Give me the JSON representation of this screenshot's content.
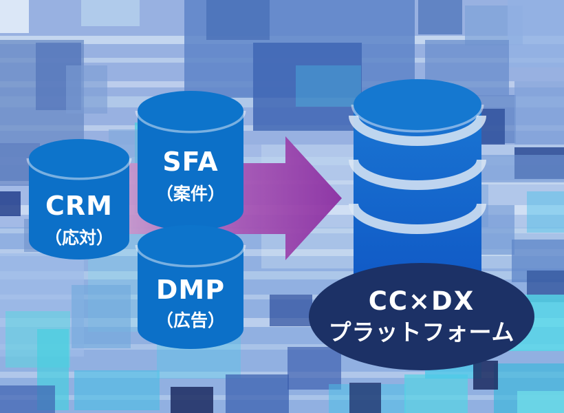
{
  "title": "CC×DX platform data integration diagram",
  "colors": {
    "cylinder_blue": "#0C70C8",
    "cylinder_top_blue": "#0D74CB",
    "big_cylinder_top": "#1578D0",
    "big_cylinder_body_top": "#1B79D4",
    "big_cylinder_body_bottom": "#0F55C4",
    "separator_light": "#DCE8F4",
    "arrow_start": "#C795CB",
    "arrow_mid": "#A855B4",
    "arrow_end": "#8B2BA0",
    "platform_navy": "#1C3166",
    "label_text": "#FFFFFF"
  },
  "sources": [
    {
      "label": "CRM",
      "sublabel": "（応対）"
    },
    {
      "label": "SFA",
      "sublabel": "（案件）"
    },
    {
      "label": "DMP",
      "sublabel": "（広告）"
    }
  ],
  "platform": {
    "line1": "CC×DX",
    "line2": "プラットフォーム"
  }
}
